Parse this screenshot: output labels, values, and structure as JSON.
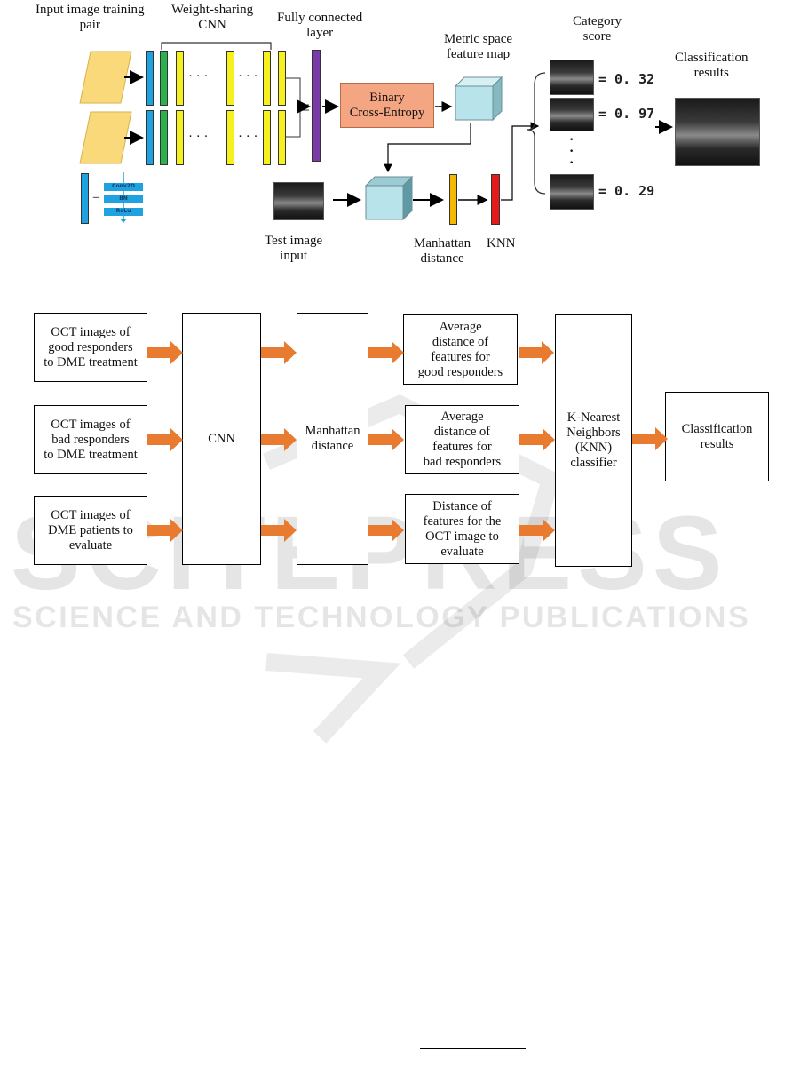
{
  "top_figure": {
    "labels": {
      "input_pair": "Input image training\npair",
      "weight_sharing": "Weight-sharing\nCNN",
      "fully_connected": "Fully connected\nlayer",
      "metric_space": "Metric space\nfeature map",
      "category_score": "Category\nscore",
      "classification_results": "Classification\nresults",
      "test_image": "Test image\ninput",
      "manhattan": "Manhattan\ndistance",
      "knn": "KNN"
    },
    "bce_box": "Binary\nCross-Entropy",
    "legend_block": {
      "conv": "Conv2D",
      "bn": "BN",
      "relu": "ReLu"
    },
    "dots": "· · ·",
    "scores": [
      "= 0. 32",
      "= 0. 97",
      "= 0. 29"
    ],
    "colors": {
      "bce": "#f4a582",
      "cube": "#b9e3ea",
      "purple": "#7a3aa8",
      "orange": "#f5b800",
      "red": "#e41b1b",
      "input": "#f9d97a"
    }
  },
  "flowchart": {
    "inputs": [
      "OCT images of\ngood responders\nto DME treatment",
      "OCT images of\nbad responders\nto DME treatment",
      "OCT images of\nDME patients to\nevaluate"
    ],
    "cnn": "CNN",
    "manhattan": "Manhattan\ndistance",
    "distances": [
      "Average\ndistance of\nfeatures for\ngood responders",
      "Average\ndistance of\nfeatures for\nbad responders",
      "Distance of\nfeatures for the\nOCT image to\nevaluate"
    ],
    "knn": "K-Nearest\nNeighbors\n(KNN)\nclassifier",
    "results": "Classification\nresults",
    "arrow_color": "#e87b2f"
  },
  "watermark": {
    "title": "SCITEPRESS",
    "subtitle": "SCIENCE AND TECHNOLOGY PUBLICATIONS"
  }
}
